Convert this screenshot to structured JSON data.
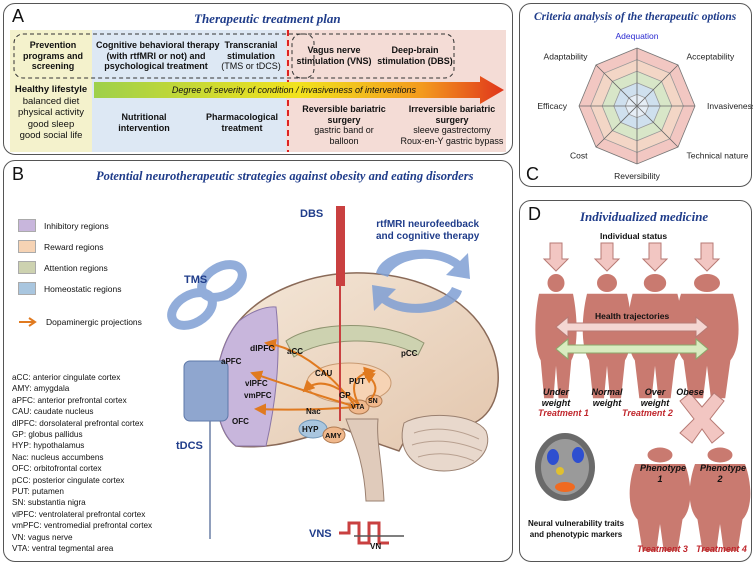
{
  "panelA": {
    "letter": "A",
    "title": "Therapeutic treatment plan",
    "prevention": [
      "Prevention",
      "programs and",
      "screening"
    ],
    "cbt": [
      "Cognitive behavioral therapy",
      "(with rtfMRI or not) and",
      "psychological treatment"
    ],
    "tms": [
      "Transcranial",
      "stimulation",
      "(TMS or tDCS)"
    ],
    "vns": [
      "Vagus nerve",
      "stimulation (VNS)"
    ],
    "dbs": [
      "Deep-brain",
      "stimulation (DBS)"
    ],
    "lifestyle_title": "Healthy lifestyle",
    "lifestyle": [
      "balanced diet",
      "physical activity",
      "good sleep",
      "good social life"
    ],
    "arrow_label": "Degree of severity of condition / invasiveness of interventions",
    "nutritional": [
      "Nutritional",
      "intervention"
    ],
    "pharmacological": [
      "Pharmacological",
      "treatment"
    ],
    "reversible": [
      "Reversible bariatric",
      "surgery",
      "gastric band or",
      "balloon"
    ],
    "irreversible": [
      "Irreversible bariatric",
      "surgery",
      "sleeve gastrectomy",
      "Roux-en-Y gastric bypass"
    ]
  },
  "panelB": {
    "letter": "B",
    "title": "Potential neurotherapeutic strategies against obesity and eating disorders",
    "legend": [
      {
        "label": "Inhibitory regions",
        "color": "#c8b6dc"
      },
      {
        "label": "Reward regions",
        "color": "#f6d3b4"
      },
      {
        "label": "Attention regions",
        "color": "#cdd2b0"
      },
      {
        "label": "Homeostatic regions",
        "color": "#a9c6df"
      }
    ],
    "dopamine_label": "Dopaminergic projections",
    "tms": "TMS",
    "tdcs": "tDCS",
    "dbs": "DBS",
    "vns": "VNS",
    "vn": "VN",
    "rtfmri": [
      "rtfMRI neurofeedback",
      "and cognitive therapy"
    ],
    "regions": {
      "aPFC": "aPFC",
      "dlPFC": "dlPFC",
      "vlPFC": "vlPFC",
      "vmPFC": "vmPFC",
      "OFC": "OFC",
      "aCC": "aCC",
      "pCC": "pCC",
      "CAU": "CAU",
      "PUT": "PUT",
      "GP": "GP",
      "Nac": "Nac",
      "VTA": "VTA",
      "SN": "SN",
      "HYP": "HYP",
      "AMY": "AMY"
    },
    "abbreviations": [
      "aCC: anterior cingulate cortex",
      "AMY: amygdala",
      "aPFC: anterior prefrontal cortex",
      "CAU: caudate nucleus",
      "dlPFC: dorsolateral prefrontal cortex",
      "GP: globus pallidus",
      "HYP: hypothalamus",
      "Nac: nucleus accumbens",
      "OFC: orbitofrontal cortex",
      "pCC: posterior cingulate cortex",
      "PUT: putamen",
      "SN: substantia nigra",
      "vlPFC: ventrolateral prefrontal cortex",
      "vmPFC: ventromedial prefrontal cortex",
      "VN: vagus nerve",
      "VTA: ventral tegmental area"
    ]
  },
  "panelC": {
    "letter": "C",
    "title": "Criteria analysis of the therapeutic options",
    "criteria": [
      "Adequation",
      "Acceptability",
      "Invasiveness",
      "Technical nature",
      "Reversibility",
      "Cost",
      "Efficacy",
      "Adaptability"
    ]
  },
  "panelD": {
    "letter": "D",
    "title": "Individualized medicine",
    "individual_status": "Individual status",
    "health_trajectories": "Health trajectories",
    "weights": [
      [
        "Under",
        "weight"
      ],
      [
        "Normal",
        "weight"
      ],
      [
        "Over",
        "weight"
      ],
      [
        "Obese"
      ]
    ],
    "treatment1": "Treatment 1",
    "treatment2": "Treatment 2",
    "treatment3": "Treatment 3",
    "treatment4": "Treatment 4",
    "phenotype1": [
      "Phenotype",
      "1"
    ],
    "phenotype2": [
      "Phenotype",
      "2"
    ],
    "neural": [
      "Neural vulnerability traits",
      "and phenotypic markers"
    ],
    "treatment_color": "#c0272d"
  }
}
